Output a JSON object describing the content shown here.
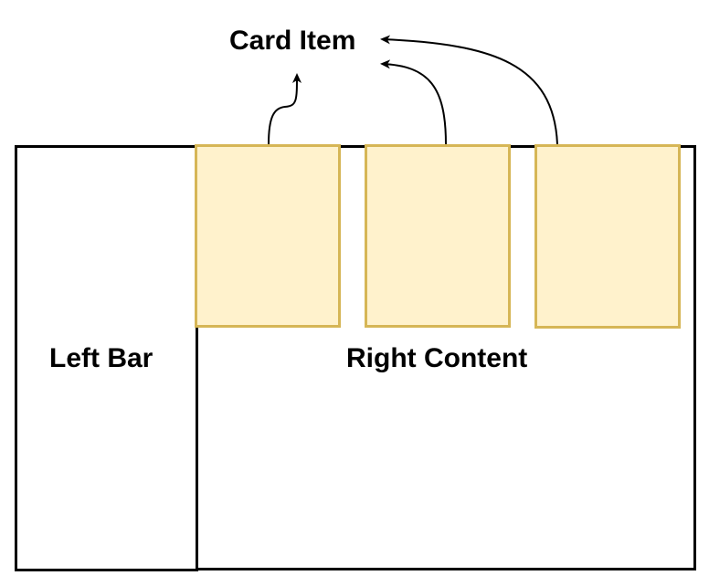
{
  "labels": {
    "left_bar": "Left Bar",
    "right_content": "Right Content",
    "card_item": "Card Item"
  },
  "colors": {
    "card_fill": "#fff2cc",
    "card_border": "#d6b656",
    "box_border": "#000000"
  }
}
